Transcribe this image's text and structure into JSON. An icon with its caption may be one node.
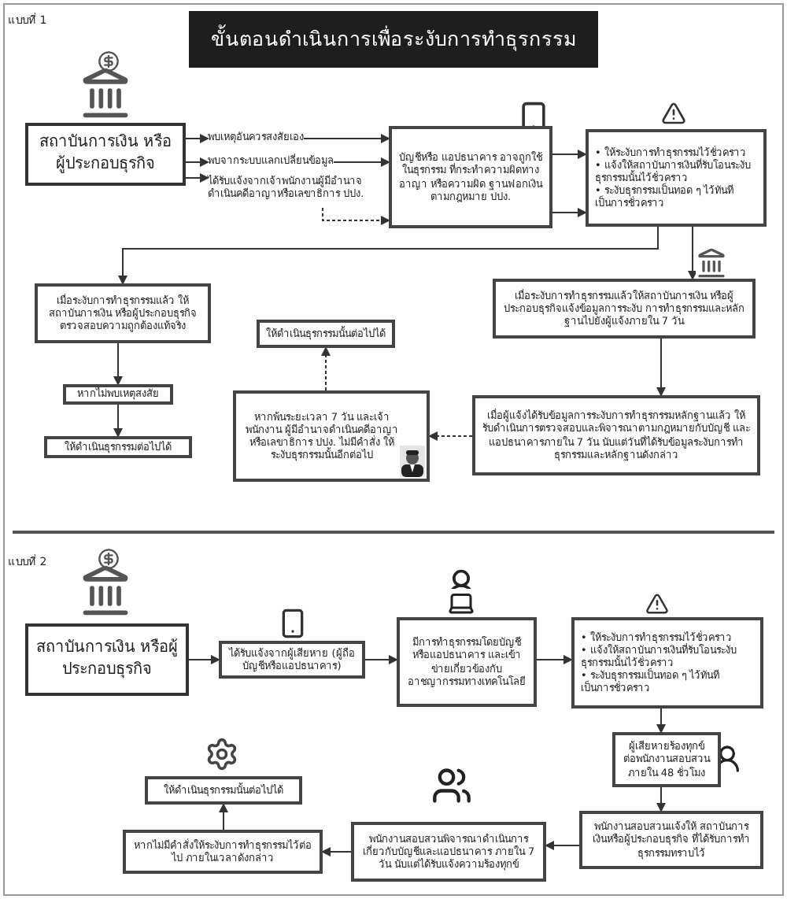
{
  "diagram": {
    "title": "ขั้นตอนดำเนินการเพื่อระงับการทำธุรกรรม",
    "nodes": [
      {
        "text": [
          "สถาบันการเงิน หรือผู้ประกอบธุรกิจ"
        ]
      },
      {
        "text": [
          "พบเหตุอันควรสงสัยเอง"
        ]
      },
      {
        "text": [
          "พบจากระบบแลกเปลี่ยนข้อมูล"
        ]
      },
      {
        "text": [
          "ได้รับแจ้งจากเจ้าพนักงานผู้มีอำนาจ ดำเนินคดีอาญาหรือเลขาธิการ ปปง."
        ]
      },
      {
        "text": [
          "บัญชีหรือ แอปธนาคาร อาจถูกใช้ในธุรกรรม ที่กระทำความผิดทางอาญา หรือความผิด ฐานฟอกเงินตามกฎหมาย ปปง."
        ]
      },
      {
        "text": [
          "• ให้ระงับการทำธุรกรรมไว้ชั่วคราว",
          "• แจ้งให้สถาบันการเงินที่รับโอนระงับ ธุรกรรมนั้นไว้ชั่วคราว",
          "• ระงับธุรกรรมเป็นทอด ๆ ไว้ทันที เป็นการชั่วคราว"
        ]
      },
      {
        "text": [
          "เมื่อระงับการทำธุรกรรมแล้วให้สถาบันการเงิน หรือผู้ประกอบธุรกิจแจ้งข้อมูลการระงับ การทำธุรกรรมและหลักฐานไปยังผู้แจ้งภายใน 7 วัน"
        ]
      },
      {
        "text": [
          "เมื่อระงับการทำธุรกรรมแล้ว ให้สถาบันการเงิน หรือผู้ประกอบธุรกิจ ตรวจสอบความถูกต้องแท้จริง"
        ]
      },
      {
        "text": [
          "หากไม่พบเหตุสงสัย"
        ]
      },
      {
        "text": [
          "ให้ดำเนินธุรกรรมต่อไปได้"
        ]
      },
      {
        "text": [
          "เมื่อผู้แจ้งได้รับข้อมูลการระงับการทำธุรกรรมหลักฐานแล้ว ให้รับดำเนินการตรวจสอบและพิจารณาตามกฎหมายกับบัญชี และแอปธนาคารภายใน 7 วัน นับแต่วันที่ได้รับข้อมูลระงับการทำธุรกรรมและหลักฐานดังกล่าว"
        ]
      },
      {
        "text": [
          "หากพ้นระยะเวลา 7 วัน และเจ้าพนักงาน ผู้มีอำนาจดำเนินคดีอาญา หรือเลขาธิการ ปปง. ไม่มีคำสั่ง ให้ระงับธุรกรรมนั้นอีกต่อไป"
        ]
      },
      {
        "text": [
          "ให้ดำเนินธุรกรรมนั้นต่อไปได้"
        ]
      },
      {
        "text": [
          "สถาบันการเงิน หรือผู้ประกอบธุรกิจ"
        ]
      },
      {
        "text": [
          "ได้รับแจ้งจากผู้เสียหาย (ผู้ถือบัญชีหรือแอปธนาคาร)"
        ]
      },
      {
        "text": [
          "มีการทำธุรกรรมโดยบัญชี หรือแอปธนาคาร และเข้าข่ายเกี่ยวข้องกับ อาชญากรรมทางเทคโนโลยี"
        ]
      },
      {
        "text": [
          "• ให้ระงับการทำธุรกรรมไว้ชั่วคราว",
          "• แจ้งให้สถาบันการเงินที่รับโอนระงับ ธุรกรรมนั้นไว้ชั่วคราว",
          "• ระงับธุรกรรมเป็นทอด ๆ ไว้ทันที เป็นการชั่วคราว"
        ]
      },
      {
        "text": [
          "ผู้เสียหายร้องทุกข์ ต่อพนักงานสอบสวน ภายใน 48 ชั่วโมง"
        ]
      },
      {
        "text": [
          "พนักงานสอบสวนแจ้งให้ สถาบันการเงินหรือผู้ประกอบธุรกิจ ที่ได้รับการทำธุรกรรมทราบไว้"
        ]
      },
      {
        "text": [
          "พนักงานสอบสวนพิจารณาดำเนินการ เกี่ยวกับบัญชีและแอปธนาคาร ภายใน 7 วัน นับแต่ได้รับแจ้งความร้องทุกข์"
        ]
      },
      {
        "text": [
          "หากไม่มีคำสั่งให้ระงับการทำธุรกรรมไว้ต่อไป ภายในเวลาดังกล่าว"
        ]
      },
      {
        "text": [
          "ให้ดำเนินธุรกรรมนั้นต่อไปได้"
        ]
      }
    ],
    "edges": [
      {
        "from": 0,
        "to": 1,
        "arrow": "to"
      },
      {
        "from": 0,
        "to": 2,
        "arrow": "to"
      },
      {
        "from": 0,
        "to": 3,
        "arrow": "to"
      },
      {
        "from": 1,
        "to": 4,
        "arrow": "to"
      },
      {
        "from": 2,
        "to": 4,
        "arrow": "to"
      },
      {
        "from": 3,
        "to": 4,
        "arrow": "to",
        "style": "dashed"
      },
      {
        "from": 4,
        "to": 5,
        "arrow": "to"
      },
      {
        "from": 4,
        "to": 5,
        "arrow": "to"
      },
      {
        "from": 5,
        "to": 7,
        "arrow": "to"
      },
      {
        "from": 5,
        "to": 6,
        "arrow": "to"
      },
      {
        "from": 7,
        "to": 8,
        "arrow": "to"
      },
      {
        "from": 8,
        "to": 9,
        "arrow": "to"
      },
      {
        "from": 6,
        "to": 10,
        "arrow": "to"
      },
      {
        "from": 10,
        "to": 11,
        "arrow": "to",
        "style": "dashed"
      },
      {
        "from": 11,
        "to": 12,
        "arrow": "to",
        "style": "dashed"
      },
      {
        "from": 13,
        "to": 14,
        "arrow": "to"
      },
      {
        "from": 14,
        "to": 15,
        "arrow": "to"
      },
      {
        "from": 15,
        "to": 16,
        "arrow": "to"
      },
      {
        "from": 16,
        "to": 17,
        "arrow": "to"
      },
      {
        "from": 17,
        "to": 18,
        "arrow": "to"
      },
      {
        "from": 18,
        "to": 19,
        "arrow": "to"
      },
      {
        "from": 19,
        "to": 20,
        "arrow": "to"
      },
      {
        "from": 20,
        "to": 21,
        "arrow": "to"
      }
    ],
    "labels": [
      "แบบที่ 1",
      "แบบที่ 2"
    ]
  }
}
